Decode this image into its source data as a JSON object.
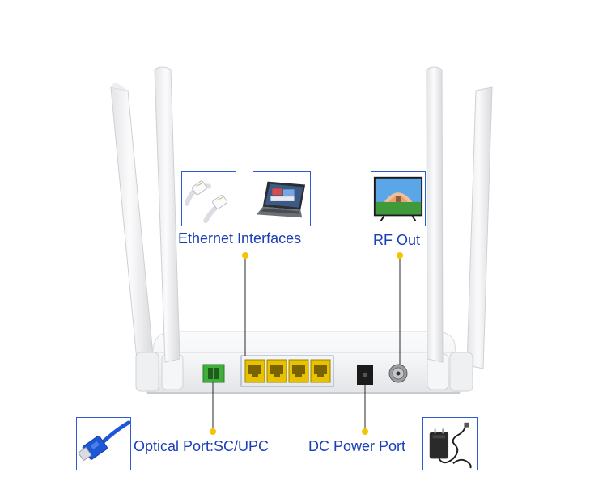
{
  "labels": {
    "ethernet": "Ethernet Interfaces",
    "rf_out": "RF Out",
    "optical": "Optical Port:SC/UPC",
    "dc_power": "DC Power Port"
  },
  "colors": {
    "label_text": "#1a3fb5",
    "callout_line": "#2a2a2a",
    "callout_dot": "#f5c400",
    "thumb_border": "#2f5bd1",
    "ethernet_port": "#e8c200",
    "optical_port": "#3fae3a",
    "optical_connector": "#1d56d6",
    "router_body": "#f1f2f4"
  },
  "icons": {
    "ethernet_thumb_1": "rj-cable-icon",
    "ethernet_thumb_2": "laptop-icon",
    "rf_thumb": "tv-icon",
    "optical_thumb": "fiber-connector-icon",
    "dc_thumb": "power-adapter-icon"
  },
  "router": {
    "ethernet_port_count": 4,
    "antenna_count": 4
  }
}
